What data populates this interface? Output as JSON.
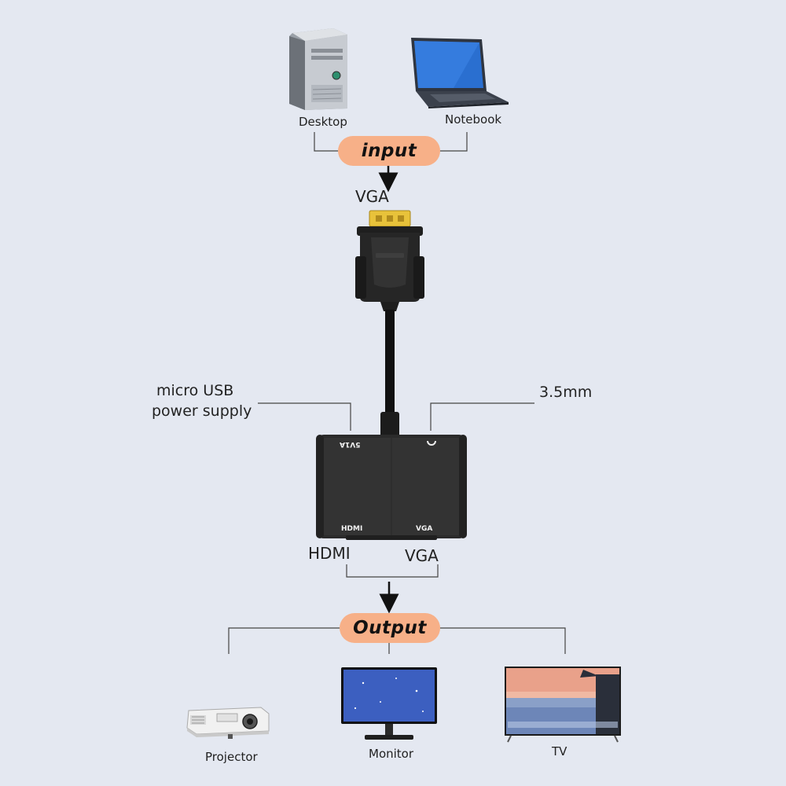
{
  "input": {
    "label": "input",
    "sources": [
      {
        "name": "Desktop",
        "icon": "desktop-tower-icon"
      },
      {
        "name": "Notebook",
        "icon": "laptop-icon"
      }
    ],
    "connector": "VGA"
  },
  "adapter": {
    "left_note_line1": "micro USB",
    "left_note_line2": "power supply",
    "right_note": "3.5mm",
    "top_port_text": "5V1A",
    "bottom_port_left": "HDMI",
    "bottom_port_right": "VGA",
    "out_label_left": "HDMI",
    "out_label_right": "VGA"
  },
  "output": {
    "label": "Output",
    "devices": [
      {
        "name": "Projector",
        "icon": "projector-icon"
      },
      {
        "name": "Monitor",
        "icon": "monitor-icon"
      },
      {
        "name": "TV",
        "icon": "tv-icon"
      }
    ]
  },
  "colors": {
    "background": "#e4e8f1",
    "pill": "#f7b088",
    "adapter_body": "#2b2b2b",
    "connector_gold": "#e8c23a"
  }
}
